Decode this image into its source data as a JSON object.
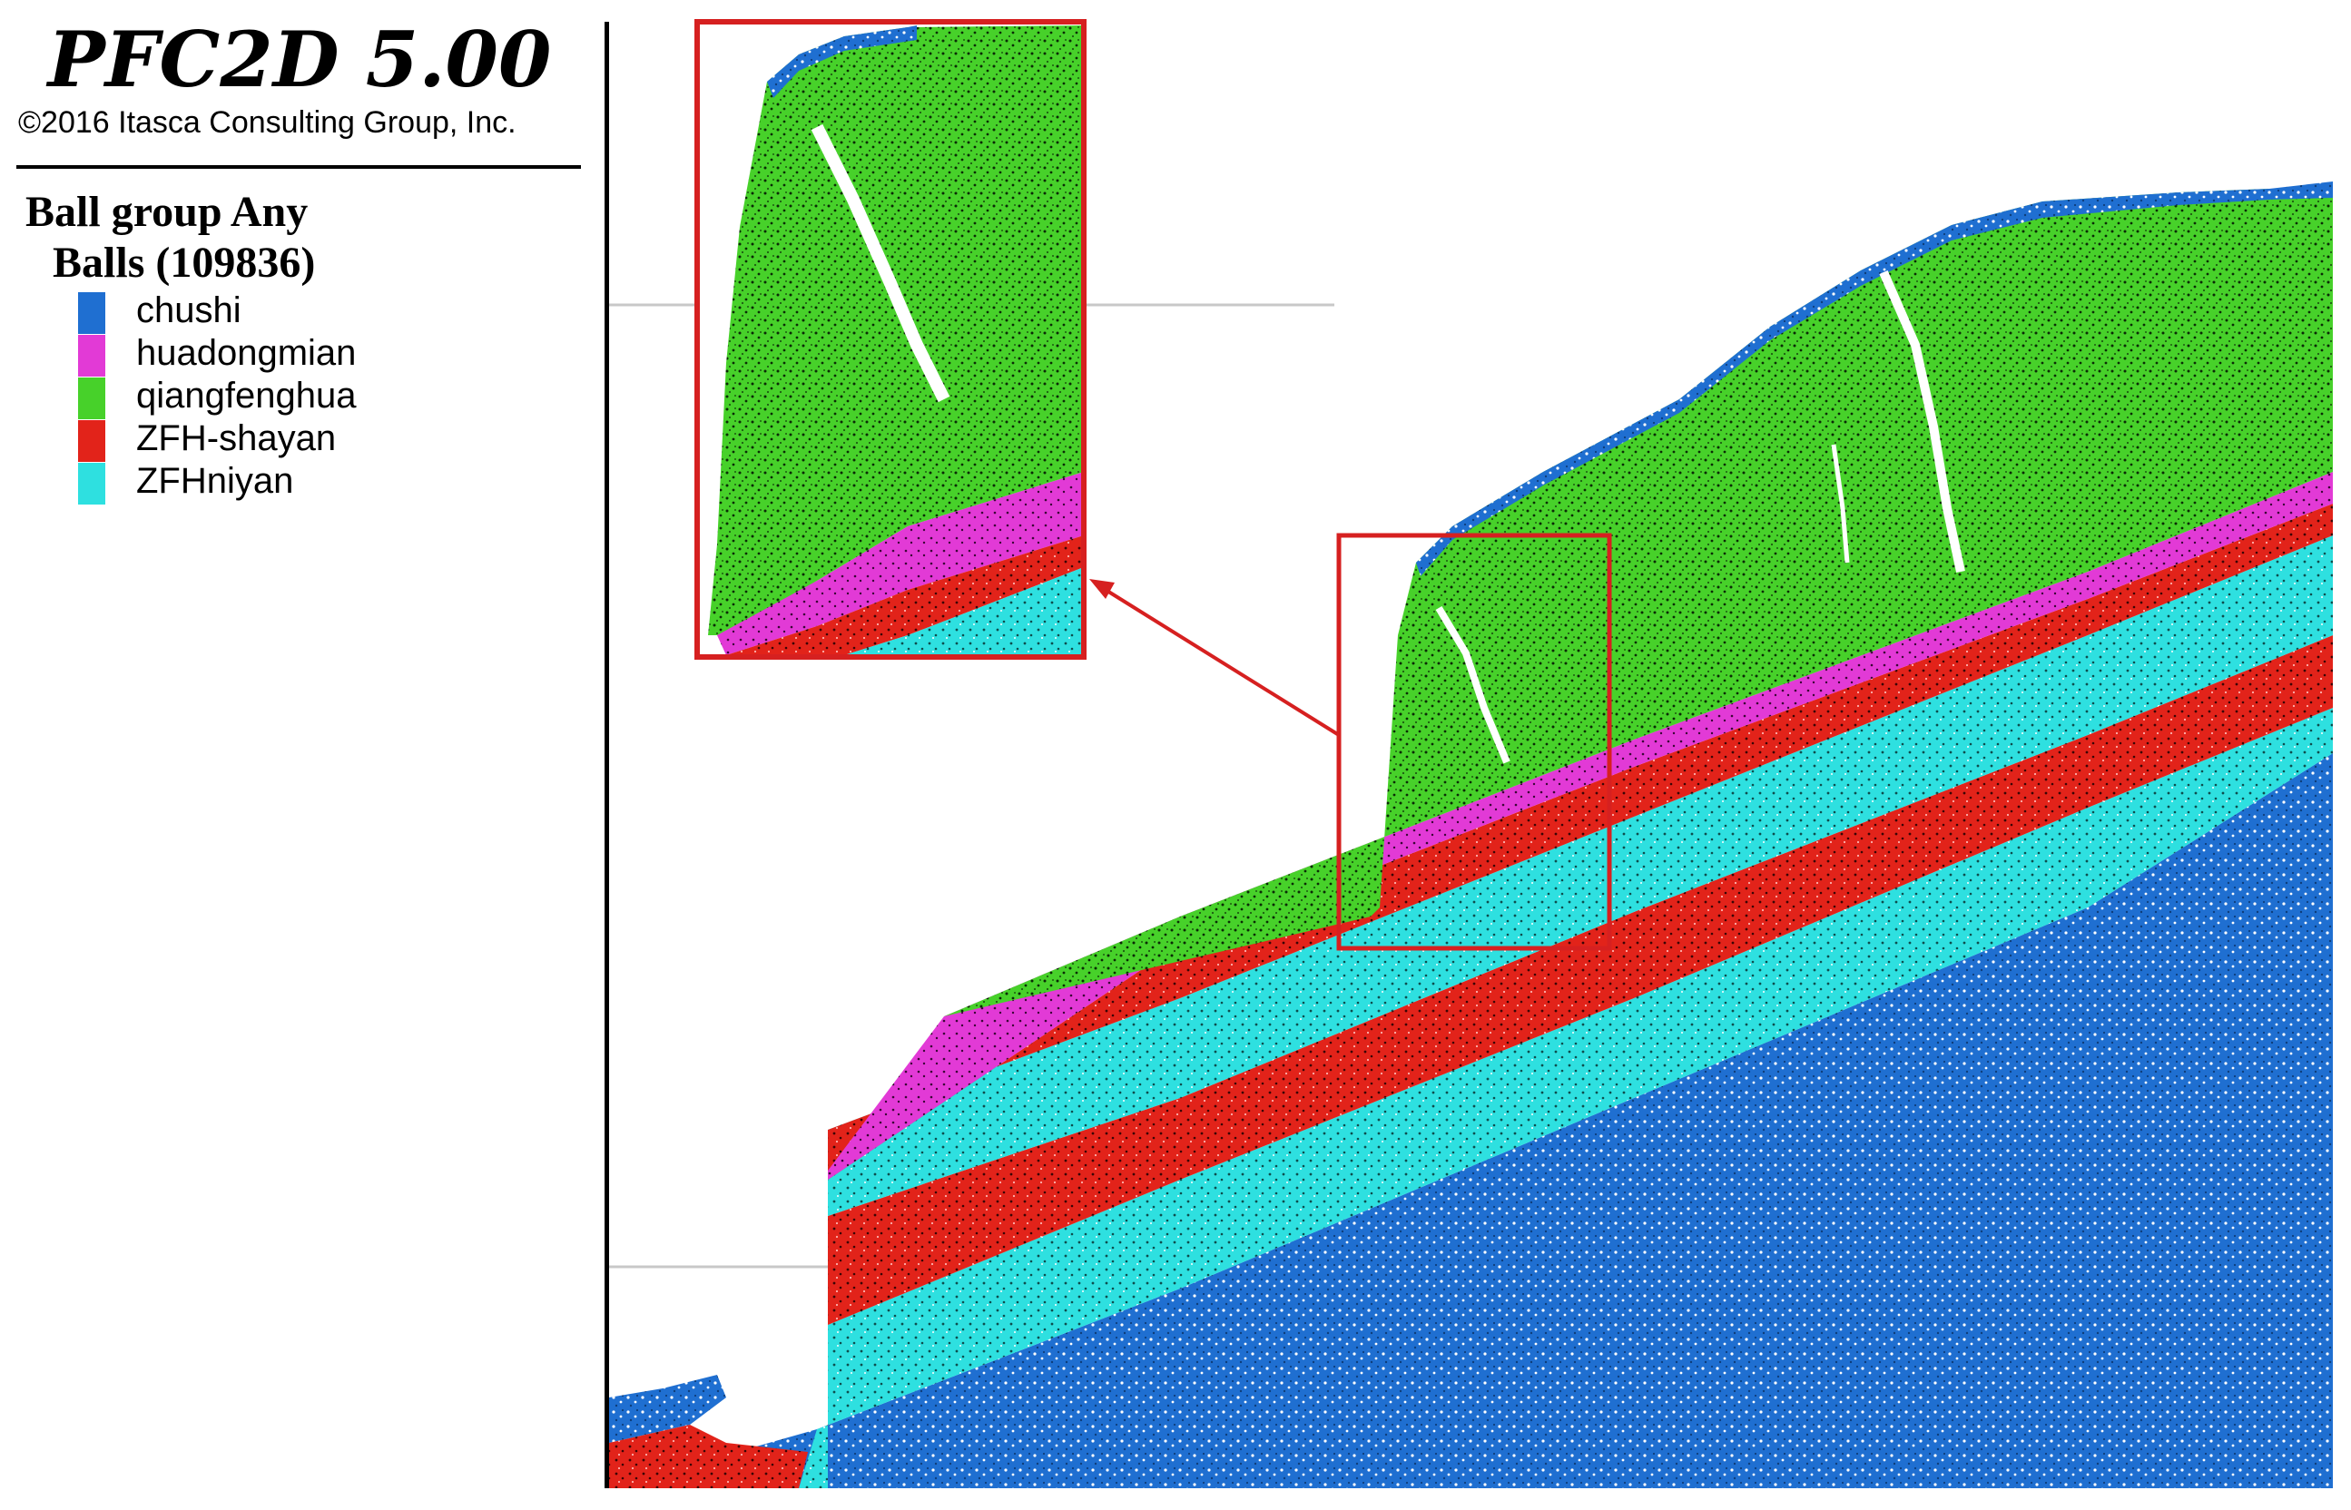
{
  "header": {
    "app_title": "PFC2D 5.00",
    "copyright": "©2016 Itasca Consulting Group, Inc."
  },
  "legend": {
    "title": "Ball group Any",
    "subtitle": "Balls (109836)",
    "items": [
      {
        "label": "chushi",
        "color": "#1f6fd1"
      },
      {
        "label": "huadongmian",
        "color": "#e23ad6"
      },
      {
        "label": "qiangfenghua",
        "color": "#47d12a"
      },
      {
        "label": "ZFH-shayan",
        "color": "#e2231a"
      },
      {
        "label": "ZFHniyan",
        "color": "#2ee0e0"
      }
    ]
  },
  "viewport": {
    "icons": [
      "zoom-inset-frame",
      "zoom-callout-arrow",
      "highlight-frame"
    ],
    "inset_color": "#e2231a"
  }
}
